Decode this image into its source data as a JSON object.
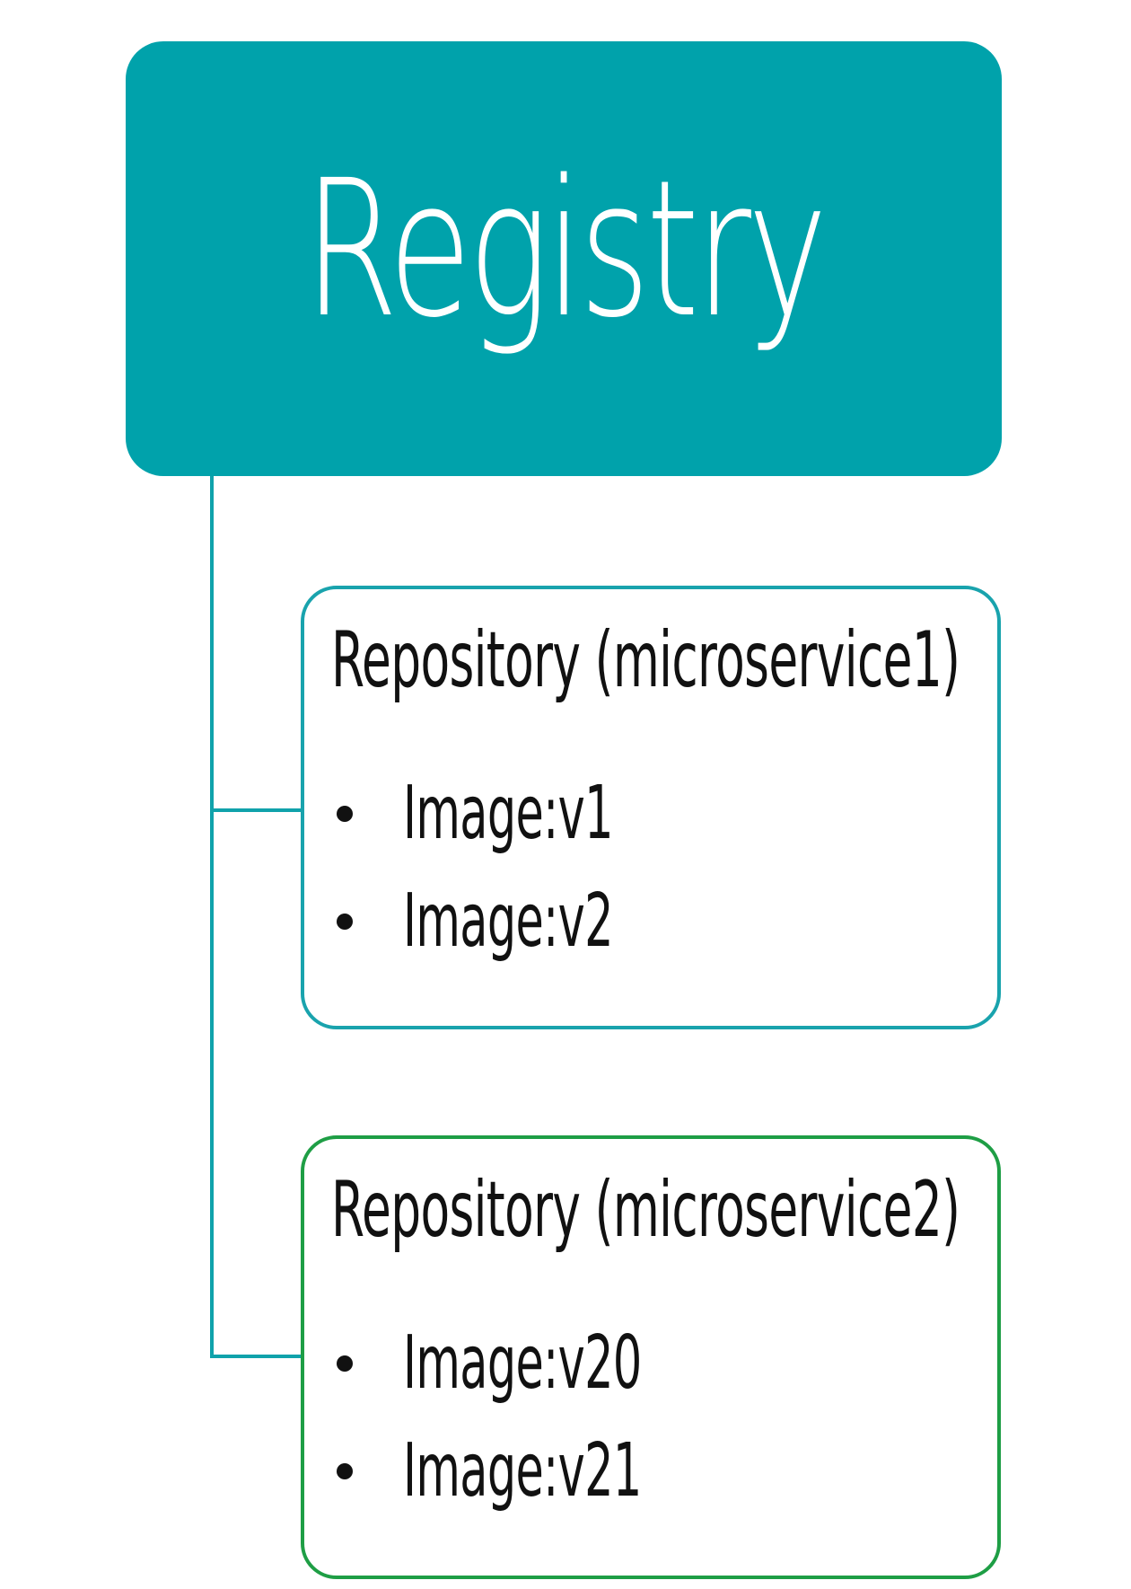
{
  "registry": {
    "title": "Registry",
    "color": "#00a2ab"
  },
  "repositories": [
    {
      "title": "Repository (microservice1)",
      "border_color": "#19a3ad",
      "images": [
        "Image:v1",
        "Image:v2"
      ]
    },
    {
      "title": "Repository (microservice2)",
      "border_color": "#1e9e45",
      "images": [
        "Image:v20",
        "Image:v21"
      ]
    }
  ],
  "connector_color": "#10a2ab"
}
